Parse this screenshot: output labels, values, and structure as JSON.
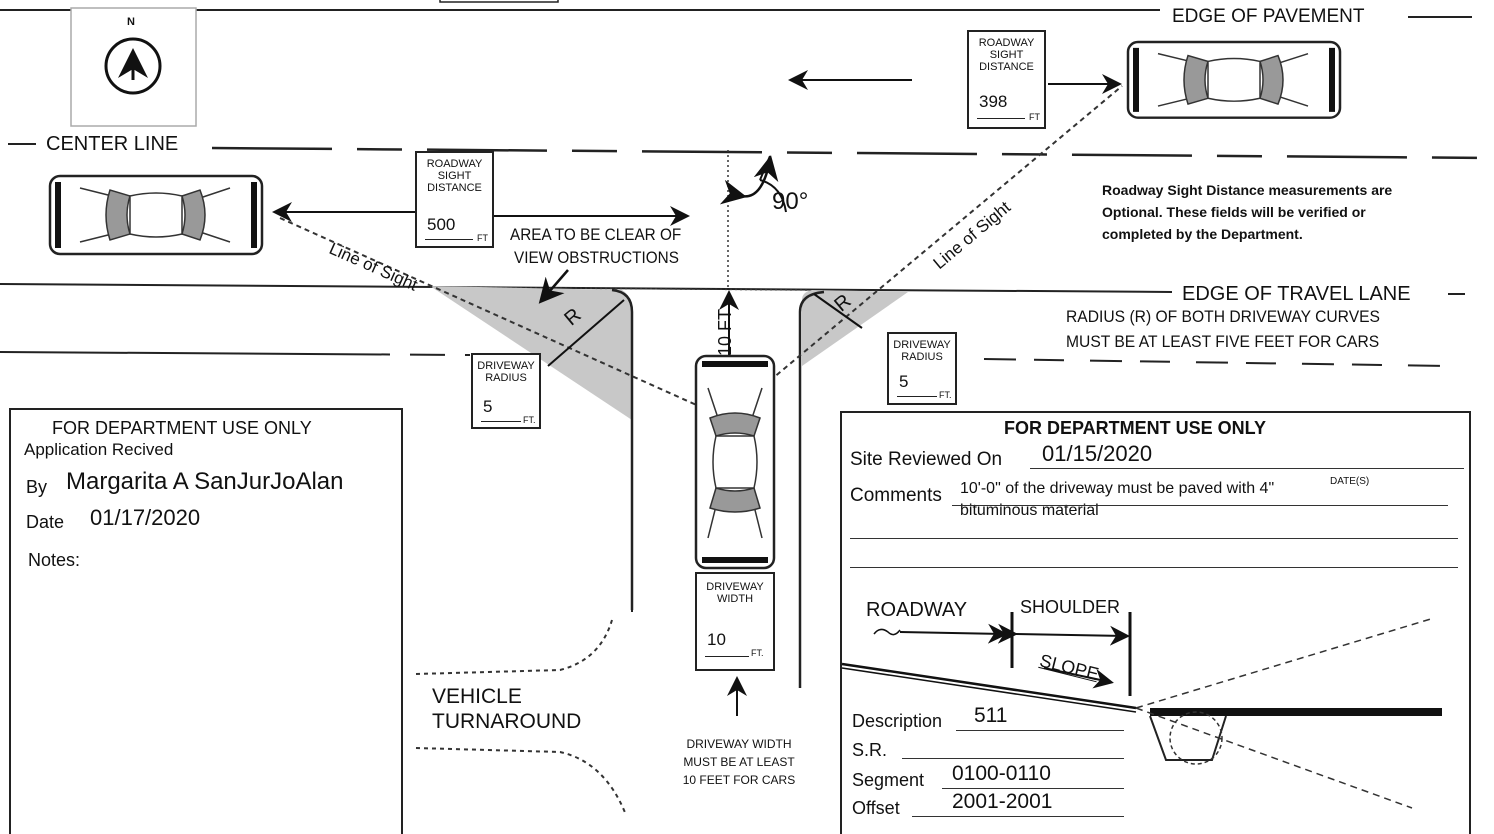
{
  "diagram": {
    "north_label": "N",
    "edge_of_pavement": "EDGE OF PAVEMENT",
    "center_line": "CENTER LINE",
    "edge_of_travel_lane": "EDGE OF TRAVEL LANE",
    "radius_note": [
      "RADIUS (R) OF BOTH DRIVEWAY CURVES",
      "MUST BE AT LEAST FIVE FEET FOR CARS"
    ],
    "line_of_sight": "Line of Sight",
    "angle": "90°",
    "area_clear": [
      "AREA TO BE CLEAR OF",
      "VIEW OBSTRUCTIONS"
    ],
    "ten_ft": "10 FT",
    "radius_r": "R",
    "optional_note": [
      "Roadway Sight Distance measurements are",
      "Optional. These fields will be verified or",
      "completed by the Department."
    ],
    "vehicle_turnaround": [
      "VEHICLE",
      "TURNAROUND"
    ],
    "driveway_width_note": [
      "DRIVEWAY WIDTH",
      "MUST BE AT LEAST",
      "10 FEET FOR CARS"
    ]
  },
  "signs": {
    "sight_right": {
      "title": [
        "ROADWAY",
        "SIGHT",
        "DISTANCE"
      ],
      "value": "398",
      "unit": "FT"
    },
    "sight_left": {
      "title": [
        "ROADWAY",
        "SIGHT",
        "DISTANCE"
      ],
      "value": "500",
      "unit": "FT"
    },
    "radius_left": {
      "title": [
        "DRIVEWAY",
        "RADIUS"
      ],
      "value": "5",
      "unit": "FT."
    },
    "radius_right": {
      "title": [
        "DRIVEWAY",
        "RADIUS"
      ],
      "value": "5",
      "unit": "FT."
    },
    "width": {
      "title": [
        "DRIVEWAY",
        "WIDTH"
      ],
      "value": "10",
      "unit": "FT."
    }
  },
  "left_box": {
    "heading": "FOR DEPARTMENT USE ONLY",
    "app_received": "Application Recived",
    "by_label": "By",
    "by_value": "Margarita A SanJurJoAlan",
    "date_label": "Date",
    "date_value": "01/17/2020",
    "notes_label": "Notes:"
  },
  "right_box": {
    "heading": "FOR DEPARTMENT USE ONLY",
    "site_reviewed_label": "Site Reviewed On",
    "site_reviewed_value": "01/15/2020",
    "dates_label": "DATE(S)",
    "comments_label": "Comments",
    "comments_line1": "10'-0\" of the driveway must be paved with 4\"",
    "comments_line2": "bituminous material",
    "roadway": "ROADWAY",
    "shoulder": "SHOULDER",
    "slope": "SLOPE",
    "description_label": "Description",
    "description_value": "511",
    "sr_label": "S.R.",
    "segment_label": "Segment",
    "segment_value": "0100-0110",
    "offset_label": "Offset",
    "offset_value": "2001-2001"
  }
}
